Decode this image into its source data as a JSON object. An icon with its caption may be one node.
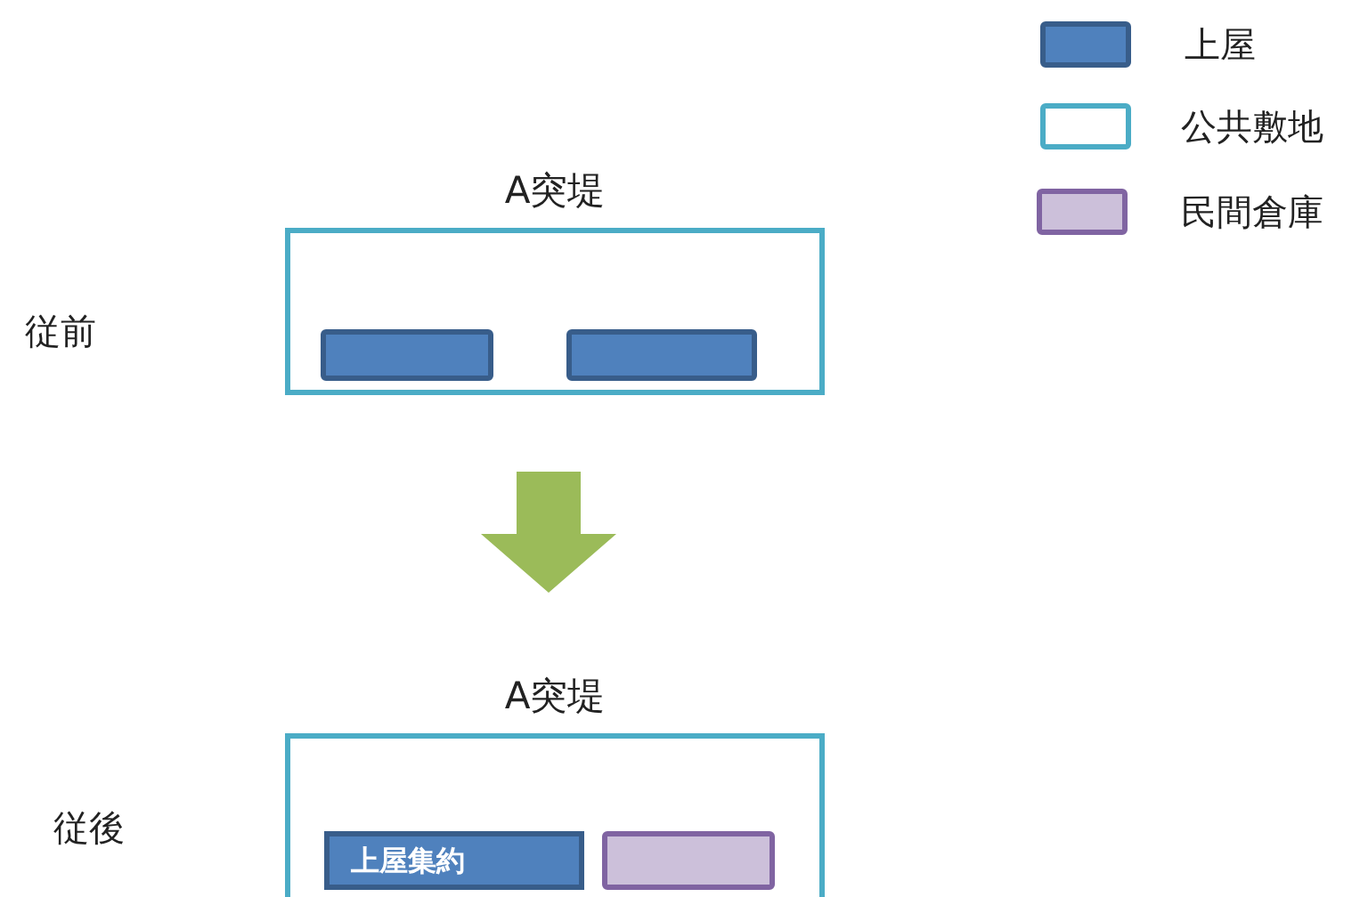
{
  "diagram": {
    "nodes": [
      {
        "text": [
          "A突堤"
        ]
      },
      {
        "text": [],
        "shape": "bar",
        "in": 0
      },
      {
        "text": [],
        "shape": "bar",
        "in": 0
      },
      {
        "text": [
          "A突堤"
        ]
      },
      {
        "text": [
          "上屋集約"
        ],
        "in": 3
      },
      {
        "text": [],
        "shape": "bar",
        "in": 3
      }
    ],
    "edges": [
      {
        "from": 0,
        "to": 3,
        "arrow": "to",
        "style": "thick",
        "color": "#9bbb59"
      }
    ],
    "labels": [
      "従前",
      "従後"
    ],
    "legend": [
      {
        "text": "上屋",
        "color": "#4f81bd"
      },
      {
        "text": "公共敷地"
      },
      {
        "text": "民間倉庫",
        "color": "#ccc0da"
      }
    ]
  }
}
